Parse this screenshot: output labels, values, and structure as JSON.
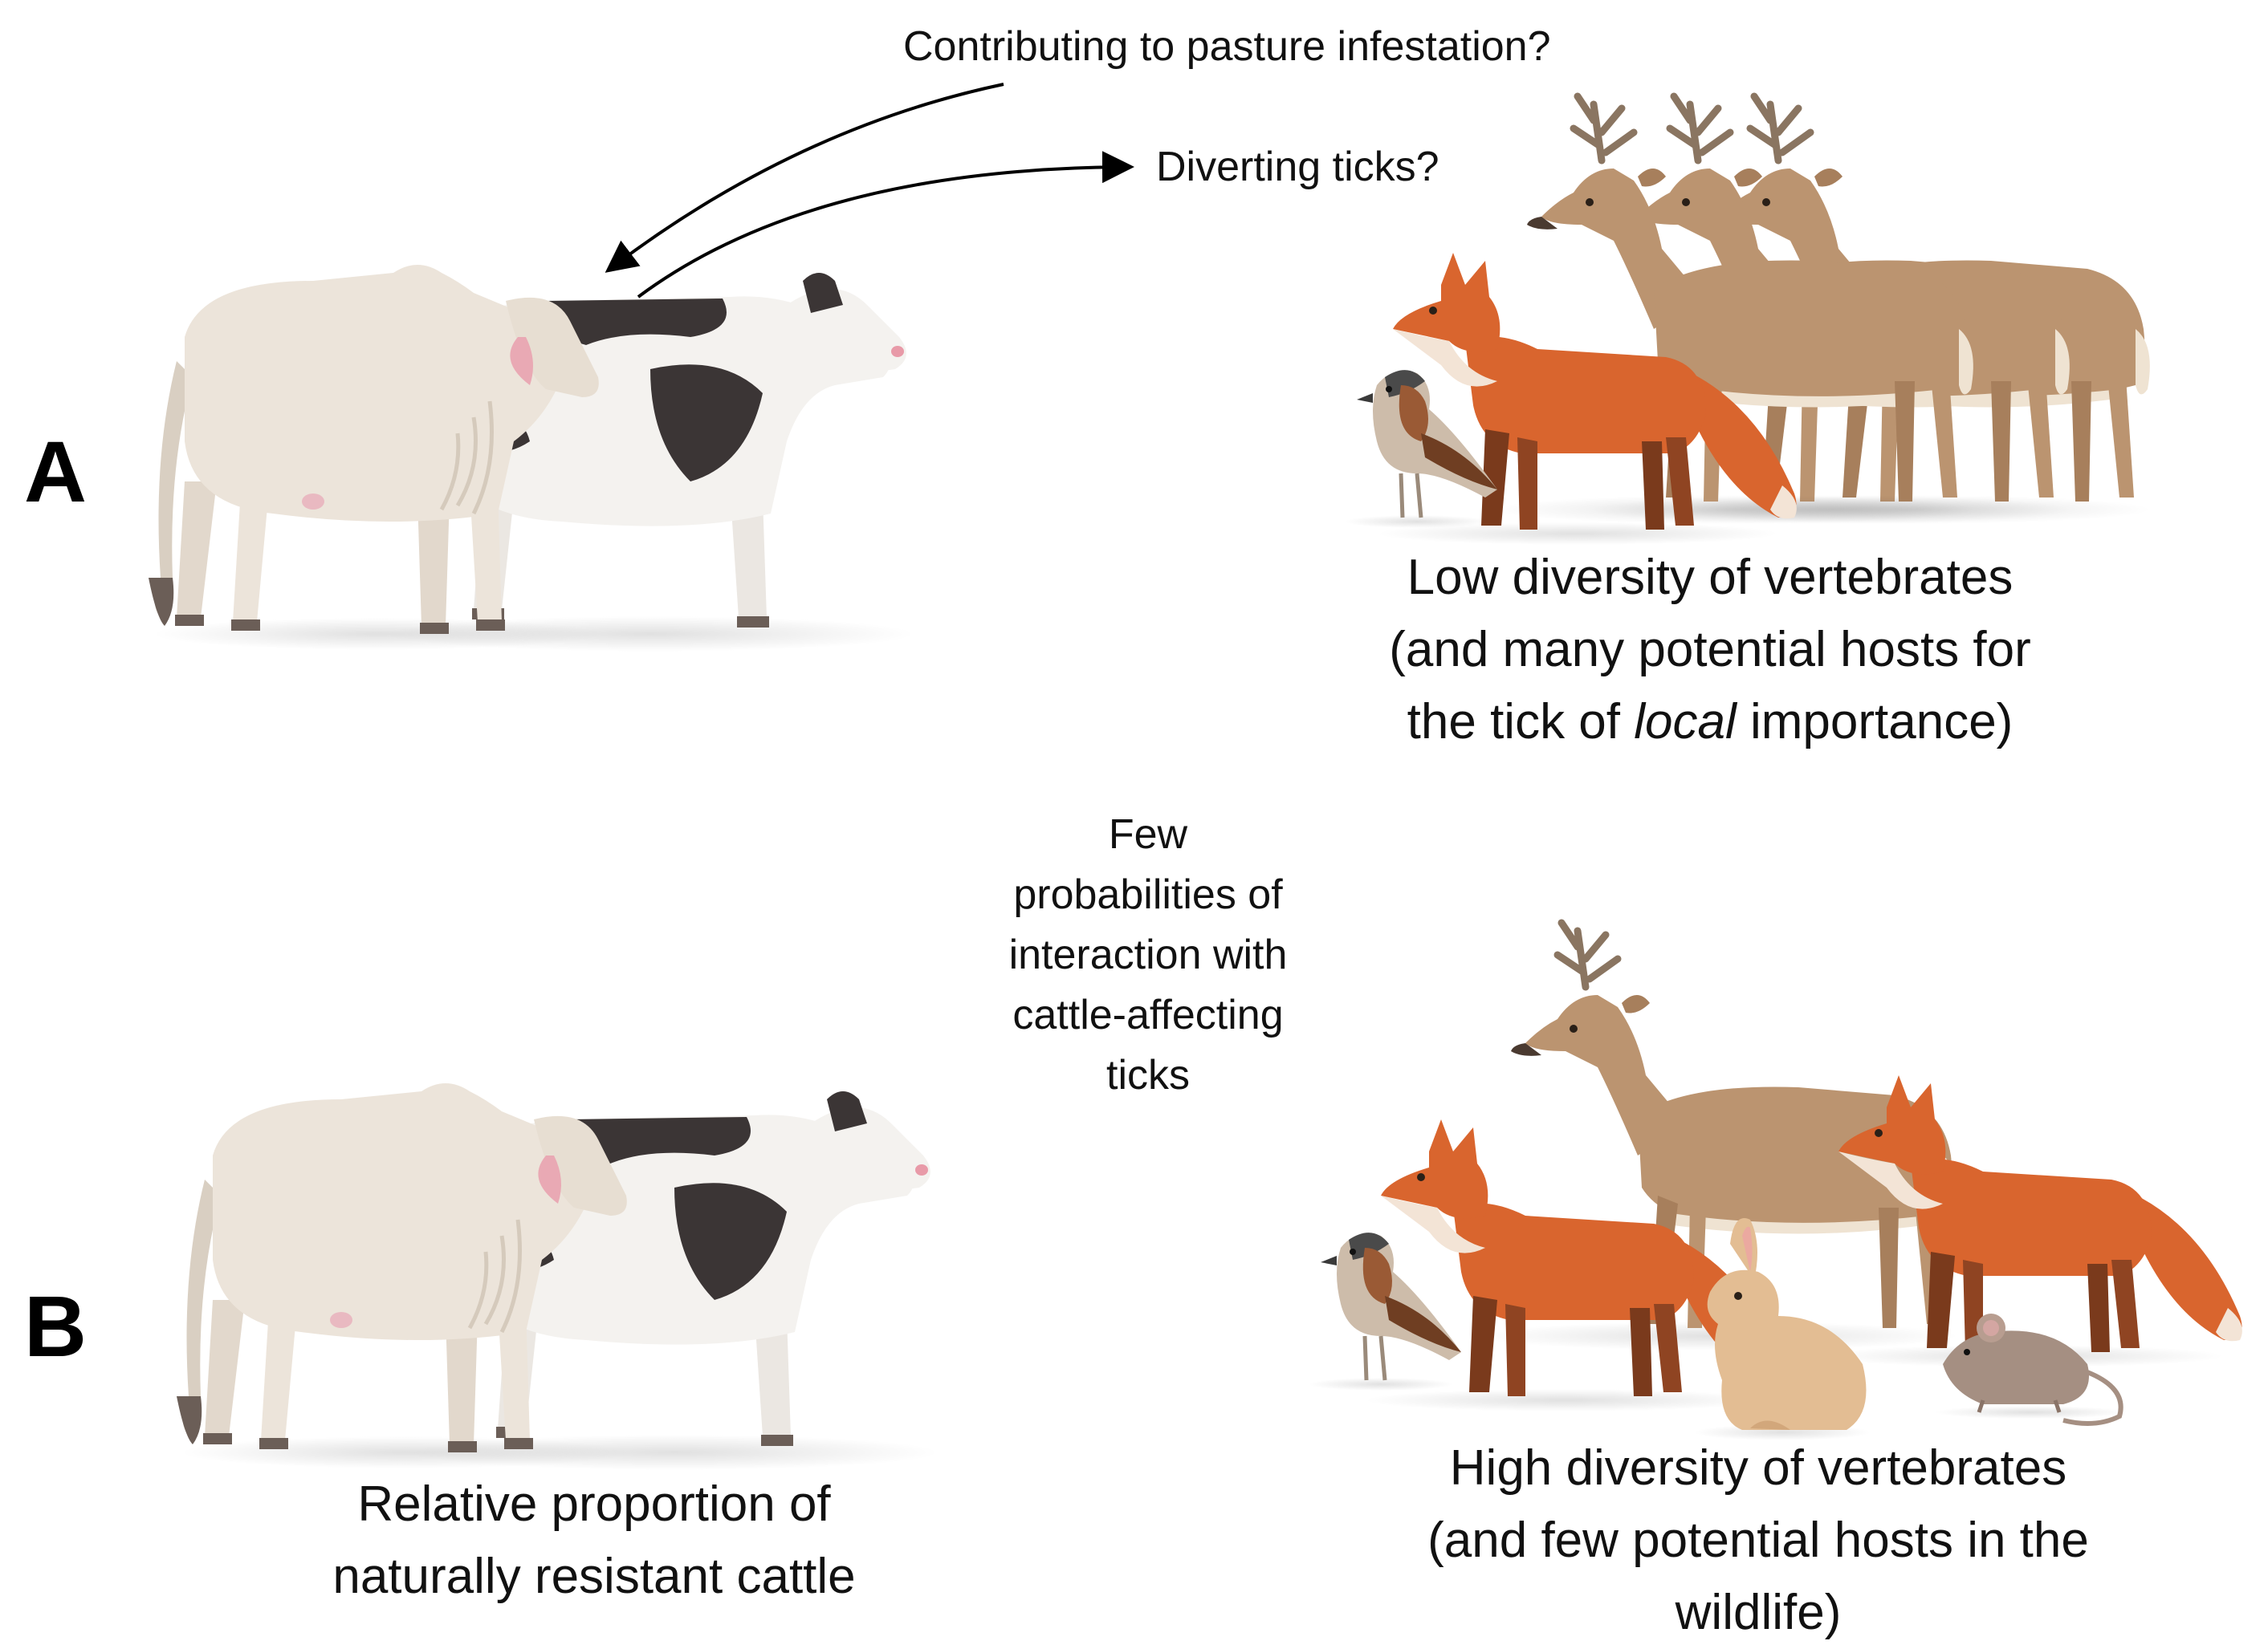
{
  "panels": {
    "a": {
      "letter": "A",
      "question_top": "Contributing to pasture infestation?",
      "question_divert": "Diverting ticks?",
      "wildlife_line1": "Low diversity of vertebrates",
      "wildlife_line2": "(and many potential hosts for",
      "wildlife_line3_pre": "the tick of ",
      "wildlife_line3_em": "local",
      "wildlife_line3_post": " importance)"
    },
    "b": {
      "letter": "B",
      "interaction_lines": [
        "Few",
        "probabilities of",
        "interaction with",
        "cattle-affecting",
        "ticks"
      ],
      "cattle_line1": "Relative proportion of",
      "cattle_line2": "naturally resistant cattle",
      "wildlife_line1": "High diversity of vertebrates",
      "wildlife_line2": "(and few potential hosts in the",
      "wildlife_line3": "wildlife)"
    }
  },
  "colors": {
    "zebu": "#ece4da",
    "holstein_black": "#3b3535",
    "holstein_white": "#f4f2ef",
    "deer": "#bb9470",
    "fox": "#d9652e",
    "sparrow": "#9a5a35",
    "rabbit": "#e3bd93",
    "mouse": "#a58f82"
  },
  "icons": [
    "zebu-cow",
    "holstein-cow",
    "deer",
    "fox",
    "sparrow",
    "rabbit",
    "mouse"
  ]
}
